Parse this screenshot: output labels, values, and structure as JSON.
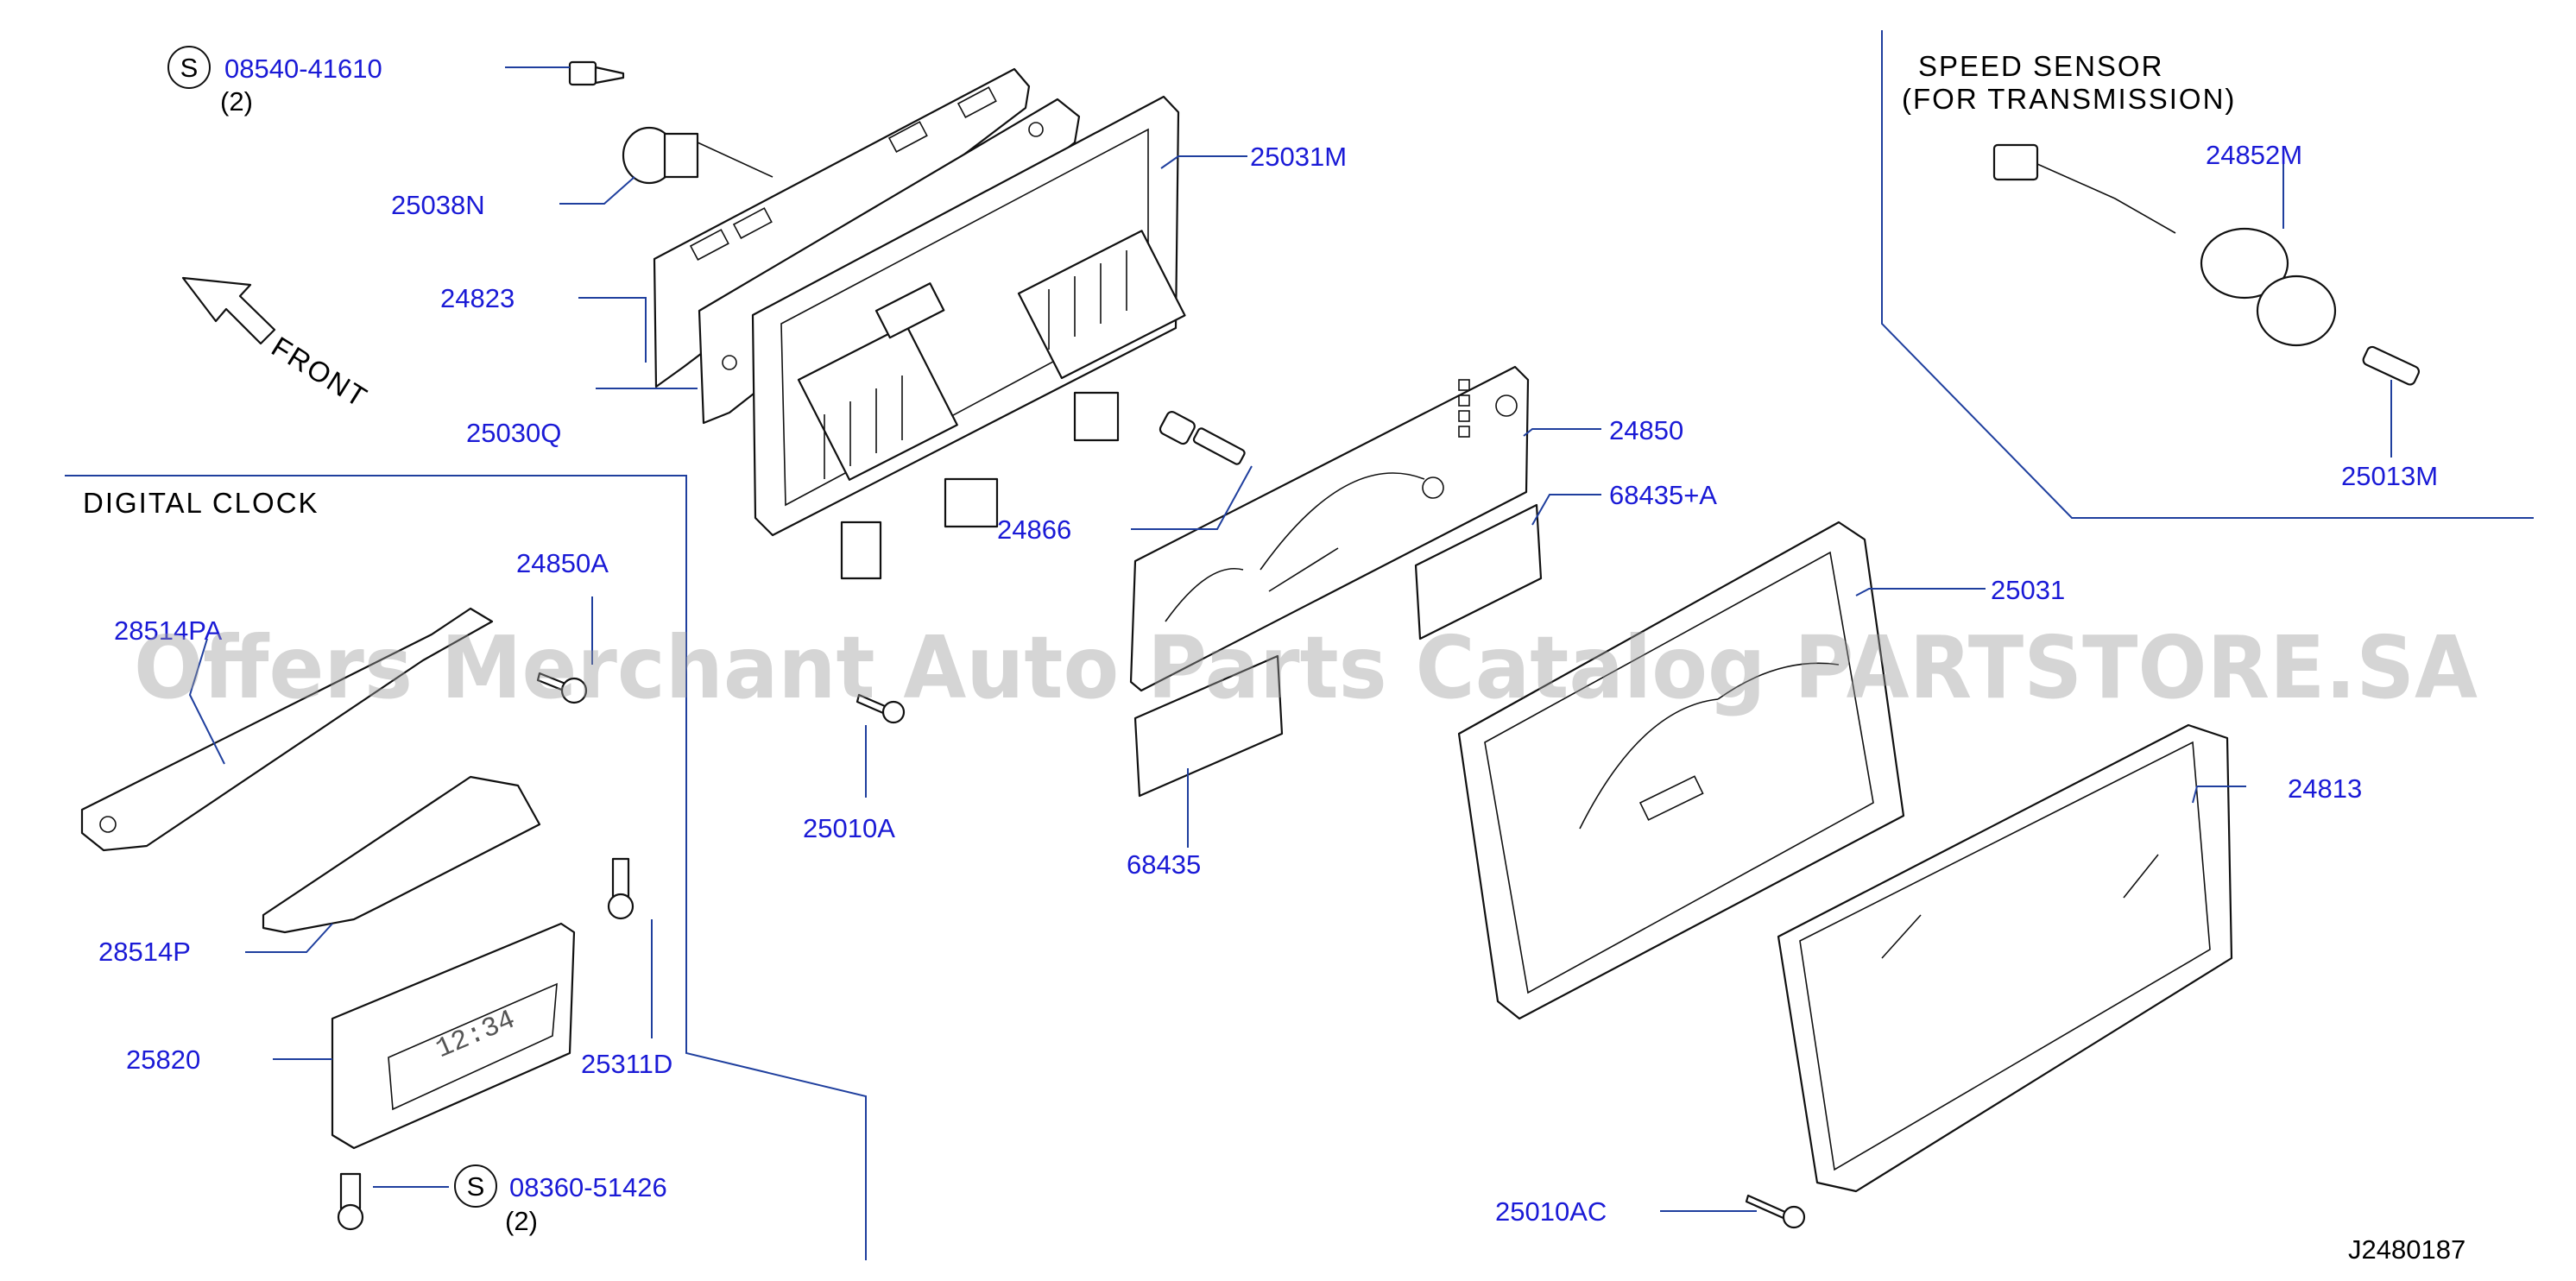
{
  "colors": {
    "label": "#1a1ad6",
    "line": "#1f3f9e",
    "ink": "#111111",
    "watermark": "#9a9a9a"
  },
  "sections": {
    "digital_clock": "DIGITAL CLOCK",
    "speed_sensor_line1": "SPEED SENSOR",
    "speed_sensor_line2": "(FOR TRANSMISSION)"
  },
  "direction": {
    "label": "FRONT",
    "icon": "front-arrow-icon"
  },
  "labels": [
    {
      "id": "08540-41610",
      "text": "08540-41610"
    },
    {
      "id": "25038N",
      "text": "25038N"
    },
    {
      "id": "24823",
      "text": "24823"
    },
    {
      "id": "25030Q",
      "text": "25030Q"
    },
    {
      "id": "25031M",
      "text": "25031M"
    },
    {
      "id": "24866",
      "text": "24866"
    },
    {
      "id": "24850",
      "text": "24850"
    },
    {
      "id": "68435A",
      "text": "68435+A"
    },
    {
      "id": "25031",
      "text": "25031"
    },
    {
      "id": "24813",
      "text": "24813"
    },
    {
      "id": "25010A",
      "text": "25010A"
    },
    {
      "id": "68435",
      "text": "68435"
    },
    {
      "id": "25010AC",
      "text": "25010AC"
    },
    {
      "id": "24852M",
      "text": "24852M"
    },
    {
      "id": "25013M",
      "text": "25013M"
    },
    {
      "id": "24850A",
      "text": "24850A"
    },
    {
      "id": "28514PA",
      "text": "28514PA"
    },
    {
      "id": "28514P",
      "text": "28514P"
    },
    {
      "id": "25820",
      "text": "25820"
    },
    {
      "id": "25311D",
      "text": "25311D"
    },
    {
      "id": "08360-51426",
      "text": "08360-51426"
    }
  ],
  "quantities": {
    "top_screw": "(2)",
    "bottom_screw": "(2)"
  },
  "standard_symbol": "S",
  "clock_display": "12:34",
  "diagram_code": "J2480187",
  "watermark": "Offers Merchant Auto Parts Catalog PARTSTORE.SA"
}
